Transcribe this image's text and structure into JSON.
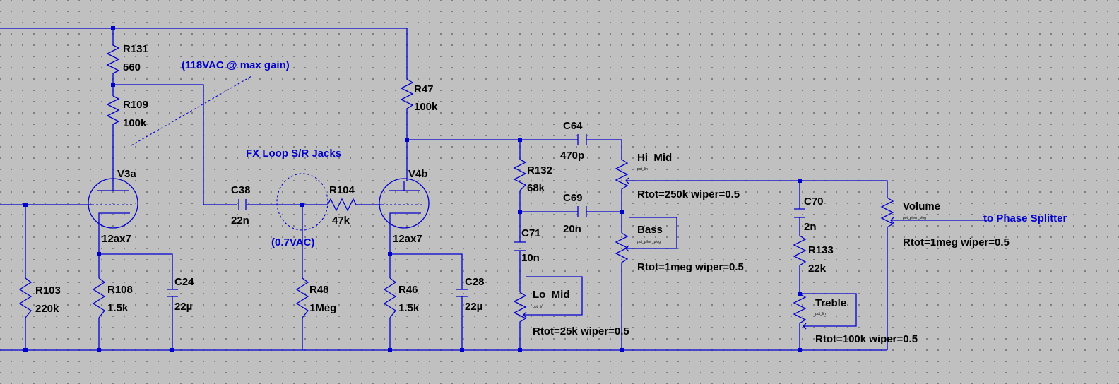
{
  "components": {
    "r131": {
      "ref": "R131",
      "value": "560"
    },
    "r109": {
      "ref": "R109",
      "value": "100k"
    },
    "r47": {
      "ref": "R47",
      "value": "100k"
    },
    "v3a": {
      "ref": "V3a",
      "value": "12ax7"
    },
    "v4b": {
      "ref": "V4b",
      "value": "12ax7"
    },
    "c64": {
      "ref": "C64",
      "value": "470p"
    },
    "r132": {
      "ref": "R132",
      "value": "68k"
    },
    "c69": {
      "ref": "C69",
      "value": "20n"
    },
    "c38": {
      "ref": "C38",
      "value": "22n"
    },
    "r104": {
      "ref": "R104",
      "value": "47k"
    },
    "c71": {
      "ref": "C71",
      "value": "10n"
    },
    "c70": {
      "ref": "C70",
      "value": "2n"
    },
    "r133": {
      "ref": "R133",
      "value": "22k"
    },
    "r103": {
      "ref": "R103",
      "value": "220k"
    },
    "r108": {
      "ref": "R108",
      "value": "1.5k"
    },
    "c24": {
      "ref": "C24",
      "value": "22µ"
    },
    "r48": {
      "ref": "R48",
      "value": "1Meg"
    },
    "r46": {
      "ref": "R46",
      "value": "1.5k"
    },
    "c28": {
      "ref": "C28",
      "value": "22µ"
    }
  },
  "pots": {
    "hi_mid": {
      "ref": "Hi_Mid",
      "model": "pot_lin",
      "params": "Rtot=250k wiper=0.5"
    },
    "bass": {
      "ref": "Bass",
      "model": "pot_piher_plog",
      "params": "Rtot=1meg wiper=0.5"
    },
    "lo_mid": {
      "ref": "Lo_Mid",
      "model": "pot_lin",
      "params": "Rtot=25k wiper=0.5"
    },
    "treble": {
      "ref": "Treble",
      "model": "pot_lin",
      "params": "Rtot=100k wiper=0.5"
    },
    "volume": {
      "ref": "Volume",
      "model": "pot_piher_plog",
      "params": "Rtot=1meg wiper=0.5"
    }
  },
  "annotations": {
    "max_gain": "(118VAC @ max gain)",
    "fx_loop": "FX Loop S/R Jacks",
    "fx_level": "(0.7VAC)",
    "output": "to Phase Splitter"
  },
  "colors": {
    "wire": "#0000cc",
    "background": "#c0c0c0",
    "grid_dot": "#6e6e6e",
    "label": "#000000"
  }
}
